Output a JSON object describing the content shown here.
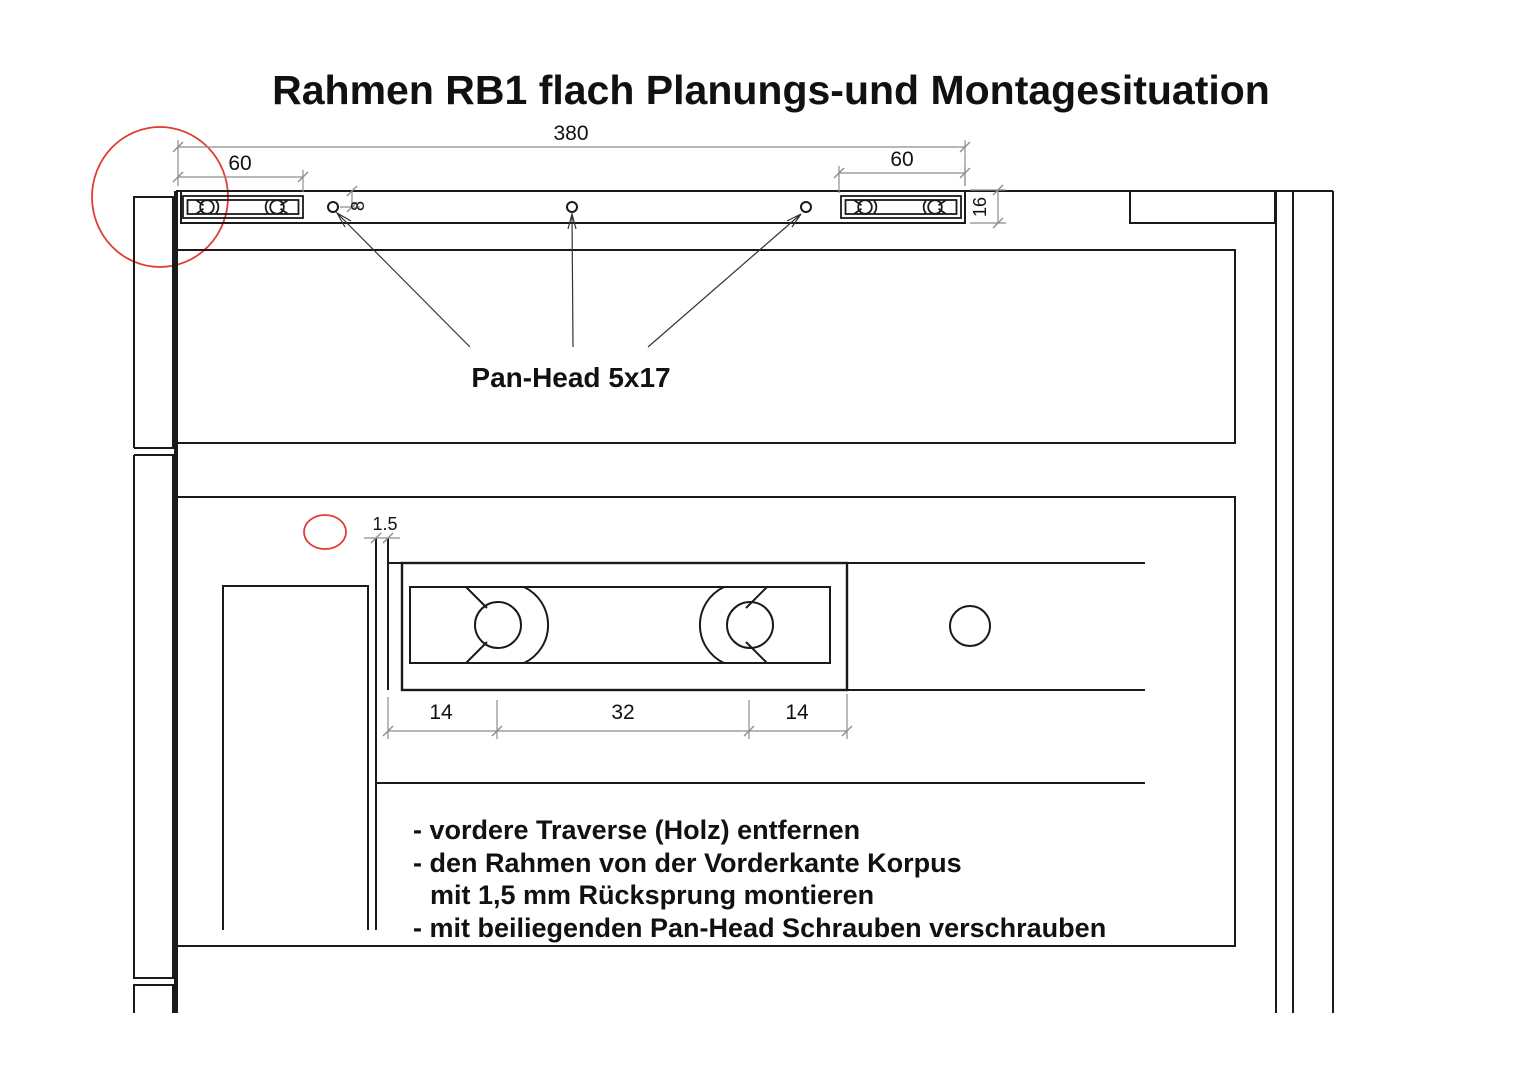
{
  "title": "Rahmen RB1 flach Planungs-und Montagesituation",
  "callout": {
    "screw_label": "Pan-Head 5x17"
  },
  "dimensions": {
    "total_width": "380",
    "fitting_left_width": "60",
    "fitting_right_width": "60",
    "hole_edge_offset": "8",
    "rail_height": "16",
    "setback": "1.5",
    "detail_front": "14",
    "detail_middle": "32",
    "detail_back": "14"
  },
  "notes": [
    "- vordere Traverse (Holz) entfernen",
    "- den Rahmen von der Vorderkante Korpus",
    "mit 1,5 mm Rücksprung montieren",
    "- mit beiliegenden Pan-Head Schrauben verschrauben"
  ],
  "colors": {
    "line": "#1a1a1a",
    "dimension": "#8c8c8c",
    "annotation": "#e23b34"
  }
}
